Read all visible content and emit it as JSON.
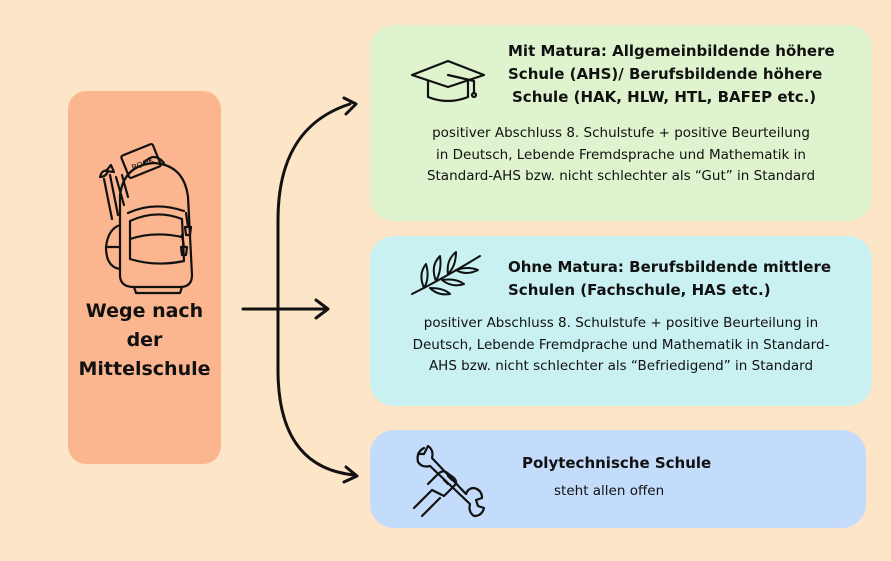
{
  "left": {
    "title": "Wege nach\nder\nMittelschule",
    "icon": "backpack-icon"
  },
  "cards": [
    {
      "icon": "graduation-cap-icon",
      "title_lines": [
        "Mit Matura: Allgemeinbildende höhere",
        "Schule (AHS)/ Berufsbildende höhere",
        "Schule  (HAK, HLW, HTL, BAFEP etc.)"
      ],
      "body_lines": [
        "positiver Abschluss 8. Schulstufe + positive Beurteilung",
        "in Deutsch, Lebende Fremdsprache und Mathematik in",
        "Standard-AHS bzw. nicht schlechter als “Gut” in Standard"
      ],
      "color": "#dff4ce"
    },
    {
      "icon": "olive-branch-icon",
      "title_lines": [
        "Ohne Matura: Berufsbildende mittlere",
        "Schulen (Fachschule, HAS etc.)"
      ],
      "body_lines": [
        "positiver Abschluss 8. Schulstufe + positive Beurteilung in",
        "Deutsch, Lebende Fremdprache und Mathematik in Standard-",
        "AHS bzw. nicht schlechter als “Befriedigend” in Standard"
      ],
      "color": "#c9f1f1"
    },
    {
      "icon": "wrench-hand-icon",
      "title": "Polytechnische Schule",
      "body": "steht allen offen",
      "color": "#c4dcfb"
    }
  ],
  "colors": {
    "background": "#fde5c7",
    "left_box": "#fbb58f"
  }
}
